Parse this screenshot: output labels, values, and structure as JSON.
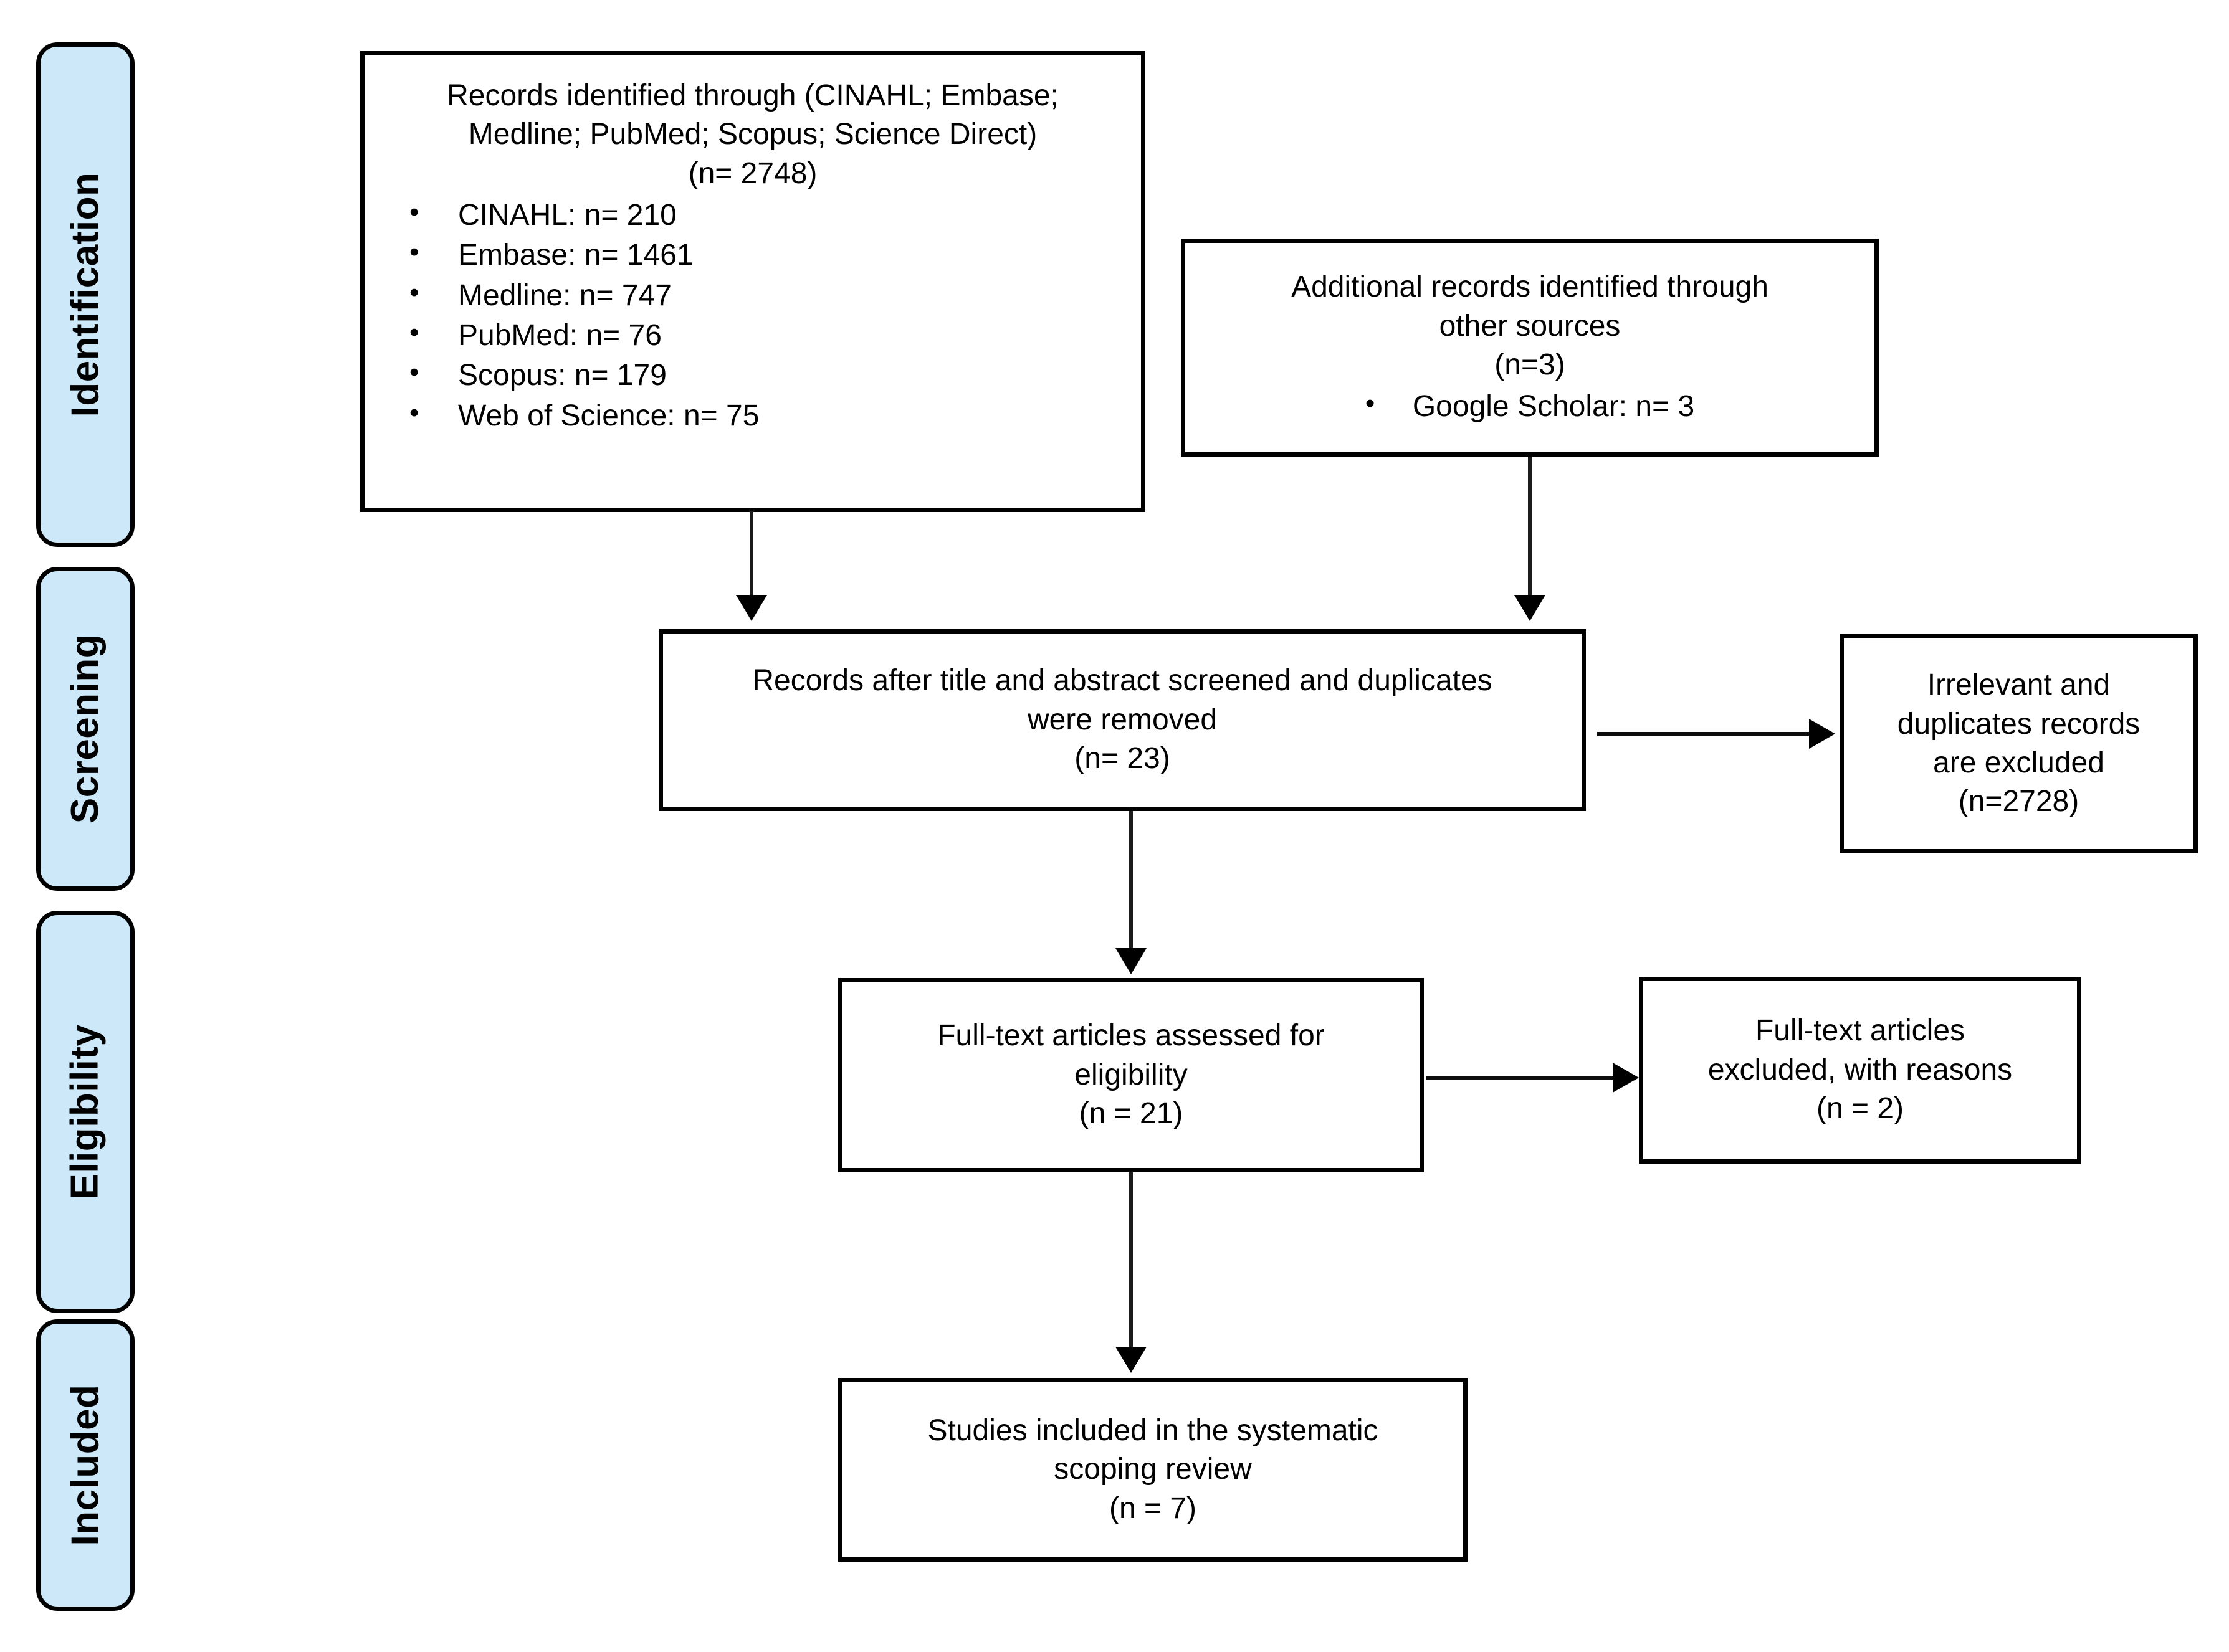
{
  "diagram": {
    "type": "prisma-flow-diagram",
    "stages": [
      {
        "key": "identification",
        "label": "Identification"
      },
      {
        "key": "screening",
        "label": "Screening"
      },
      {
        "key": "eligibility",
        "label": "Eligibility"
      },
      {
        "key": "included",
        "label": "Included"
      }
    ],
    "colors": {
      "stage_fill": "#cde9f9",
      "stage_border": "#000000",
      "box_fill": "#ffffff",
      "box_border": "#000000",
      "connector": "#000000",
      "text": "#000000"
    },
    "boxes": {
      "records_identified": {
        "title": "Records identified through (CINAHL; Embase;\nMedline; PubMed; Scopus; Science Direct)",
        "count": "(n= 2748)",
        "items": [
          "CINAHL: n= 210",
          "Embase: n= 1461",
          "Medline: n= 747",
          "PubMed: n= 76",
          "Scopus: n= 179",
          "Web of Science: n= 75"
        ]
      },
      "additional_records": {
        "title": "Additional records identified through\nother sources",
        "count": "(n=3)",
        "items": [
          "Google Scholar: n= 3"
        ]
      },
      "records_after_screening": {
        "title": "Records after title and abstract screened and duplicates\nwere removed",
        "count": "(n= 23)"
      },
      "irrelevant_excluded": {
        "title": "Irrelevant and\nduplicates records\nare excluded",
        "count": "(n=2728)"
      },
      "fulltext_assessed": {
        "title": "Full-text articles assessed for\neligibility",
        "count": "(n = 21)"
      },
      "fulltext_excluded": {
        "title": "Full-text articles\nexcluded, with reasons",
        "count": "(n = 2)"
      },
      "studies_included": {
        "title": "Studies included in the systematic\nscoping review",
        "count": "(n = 7)"
      }
    }
  }
}
